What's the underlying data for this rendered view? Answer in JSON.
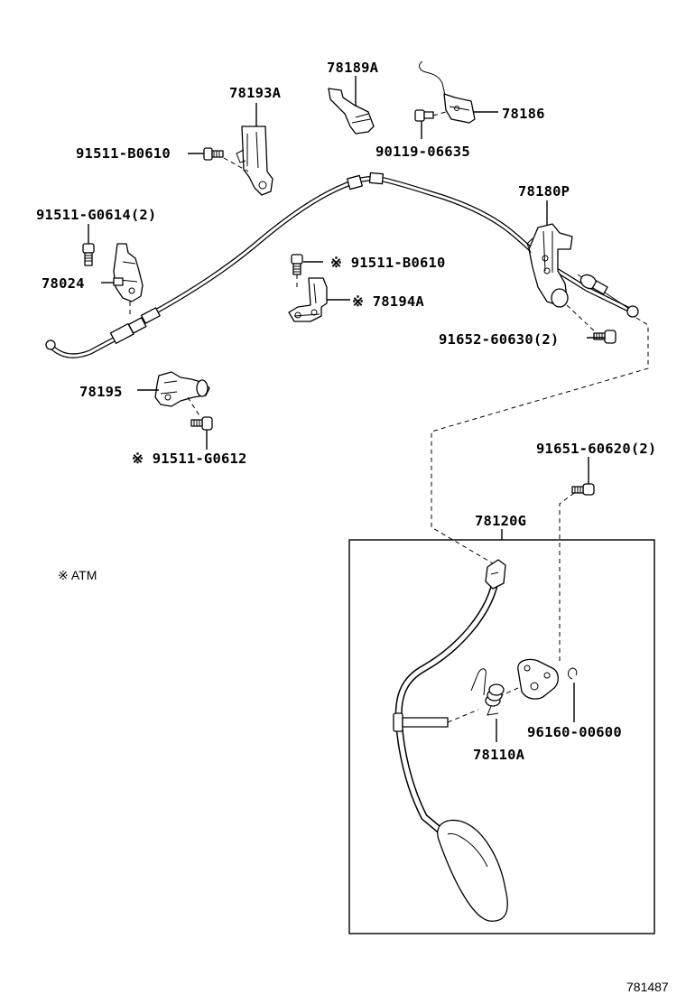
{
  "diagram": {
    "labels": {
      "p78189A": "78189A",
      "p78193A": "78193A",
      "p78186": "78186",
      "p90119": "90119-06635",
      "p91511_B0610_a": "91511-B0610",
      "p78180P": "78180P",
      "p91511_G0614": "91511-G0614(2)",
      "p91511_B0610_b": "※ 91511-B0610",
      "p78024": "78024",
      "p78194A": "※ 78194A",
      "p91652": "91652-60630(2)",
      "p78195": "78195",
      "p91511_G0612": "※ 91511-G0612",
      "p91651": "91651-60620(2)",
      "p78120G": "78120G",
      "p96160": "96160-00600",
      "p78110A": "78110A"
    },
    "note": "※  ATM",
    "figure_id": "781487"
  }
}
